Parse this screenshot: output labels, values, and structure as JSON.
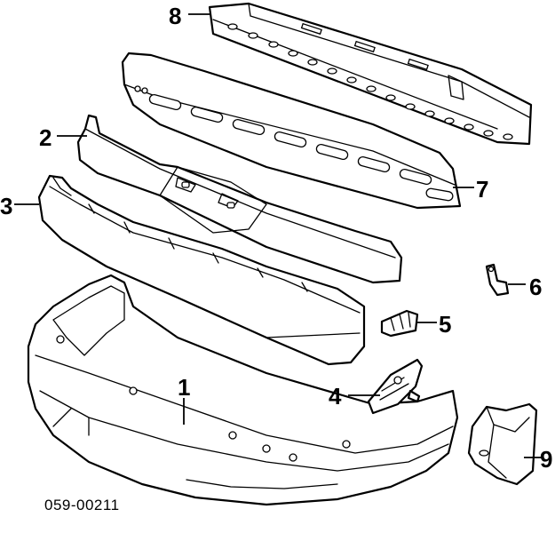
{
  "diagram": {
    "reference_code": "059-00211",
    "callouts": [
      {
        "id": "1",
        "label": "1"
      },
      {
        "id": "2",
        "label": "2"
      },
      {
        "id": "3",
        "label": "3"
      },
      {
        "id": "4",
        "label": "4"
      },
      {
        "id": "5",
        "label": "5"
      },
      {
        "id": "6",
        "label": "6"
      },
      {
        "id": "7",
        "label": "7"
      },
      {
        "id": "8",
        "label": "8"
      },
      {
        "id": "9",
        "label": "9"
      }
    ]
  }
}
